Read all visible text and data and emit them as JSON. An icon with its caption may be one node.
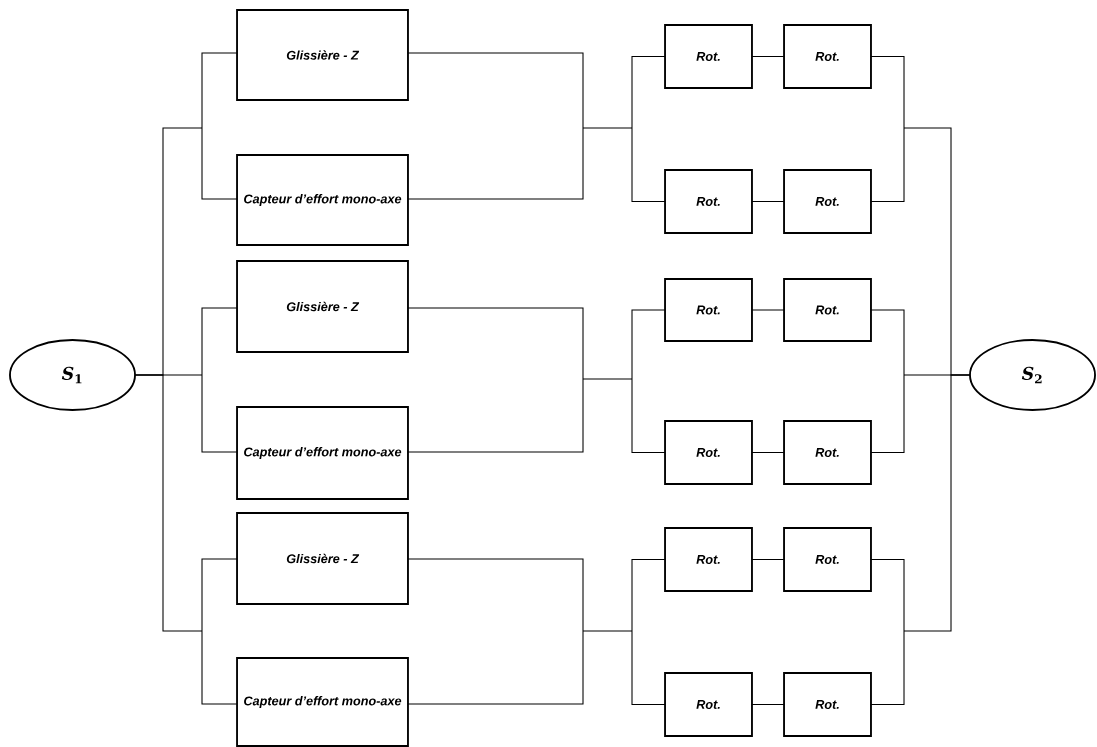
{
  "diagram": {
    "nodes": [
      {
        "text": [
          "*S*$_{1}$"
        ]
      },
      {
        "text": [
          "Glissière - Z"
        ]
      },
      {
        "text": [
          "Capteur d’effort mono-axe"
        ]
      },
      {
        "text": [
          "Rot."
        ]
      },
      {
        "text": [
          "Rot."
        ]
      },
      {
        "text": [
          "Rot."
        ]
      },
      {
        "text": [
          "Rot."
        ]
      },
      {
        "text": [
          "Glissière - Z"
        ]
      },
      {
        "text": [
          "Capteur d’effort mono-axe"
        ]
      },
      {
        "text": [
          "Rot."
        ]
      },
      {
        "text": [
          "Rot."
        ]
      },
      {
        "text": [
          "Rot."
        ]
      },
      {
        "text": [
          "Rot."
        ]
      },
      {
        "text": [
          "Glissière - Z"
        ]
      },
      {
        "text": [
          "Capteur d’effort mono-axe"
        ]
      },
      {
        "text": [
          "Rot."
        ]
      },
      {
        "text": [
          "Rot."
        ]
      },
      {
        "text": [
          "Rot."
        ]
      },
      {
        "text": [
          "Rot."
        ]
      },
      {
        "text": [
          "*S*$_{2}$"
        ]
      }
    ],
    "edges": [
      {
        "from": 0,
        "to": 1,
        "arrow": "none"
      },
      {
        "from": 0,
        "to": 2,
        "arrow": "none"
      },
      {
        "from": 1,
        "to": 3,
        "arrow": "none"
      },
      {
        "from": 1,
        "to": 5,
        "arrow": "none"
      },
      {
        "from": 2,
        "to": 3,
        "arrow": "none"
      },
      {
        "from": 2,
        "to": 5,
        "arrow": "none"
      },
      {
        "from": 3,
        "to": 4,
        "arrow": "none"
      },
      {
        "from": 5,
        "to": 6,
        "arrow": "none"
      },
      {
        "from": 4,
        "to": 19,
        "arrow": "none"
      },
      {
        "from": 6,
        "to": 19,
        "arrow": "none"
      },
      {
        "from": 0,
        "to": 7,
        "arrow": "none"
      },
      {
        "from": 0,
        "to": 8,
        "arrow": "none"
      },
      {
        "from": 7,
        "to": 9,
        "arrow": "none"
      },
      {
        "from": 7,
        "to": 11,
        "arrow": "none"
      },
      {
        "from": 8,
        "to": 9,
        "arrow": "none"
      },
      {
        "from": 8,
        "to": 11,
        "arrow": "none"
      },
      {
        "from": 9,
        "to": 10,
        "arrow": "none"
      },
      {
        "from": 11,
        "to": 12,
        "arrow": "none"
      },
      {
        "from": 10,
        "to": 19,
        "arrow": "none"
      },
      {
        "from": 12,
        "to": 19,
        "arrow": "none"
      },
      {
        "from": 0,
        "to": 13,
        "arrow": "none"
      },
      {
        "from": 0,
        "to": 14,
        "arrow": "none"
      },
      {
        "from": 13,
        "to": 15,
        "arrow": "none"
      },
      {
        "from": 13,
        "to": 17,
        "arrow": "none"
      },
      {
        "from": 14,
        "to": 15,
        "arrow": "none"
      },
      {
        "from": 14,
        "to": 17,
        "arrow": "none"
      },
      {
        "from": 15,
        "to": 16,
        "arrow": "none"
      },
      {
        "from": 17,
        "to": 18,
        "arrow": "none"
      },
      {
        "from": 16,
        "to": 19,
        "arrow": "none"
      },
      {
        "from": 18,
        "to": 19,
        "arrow": "none"
      }
    ]
  }
}
